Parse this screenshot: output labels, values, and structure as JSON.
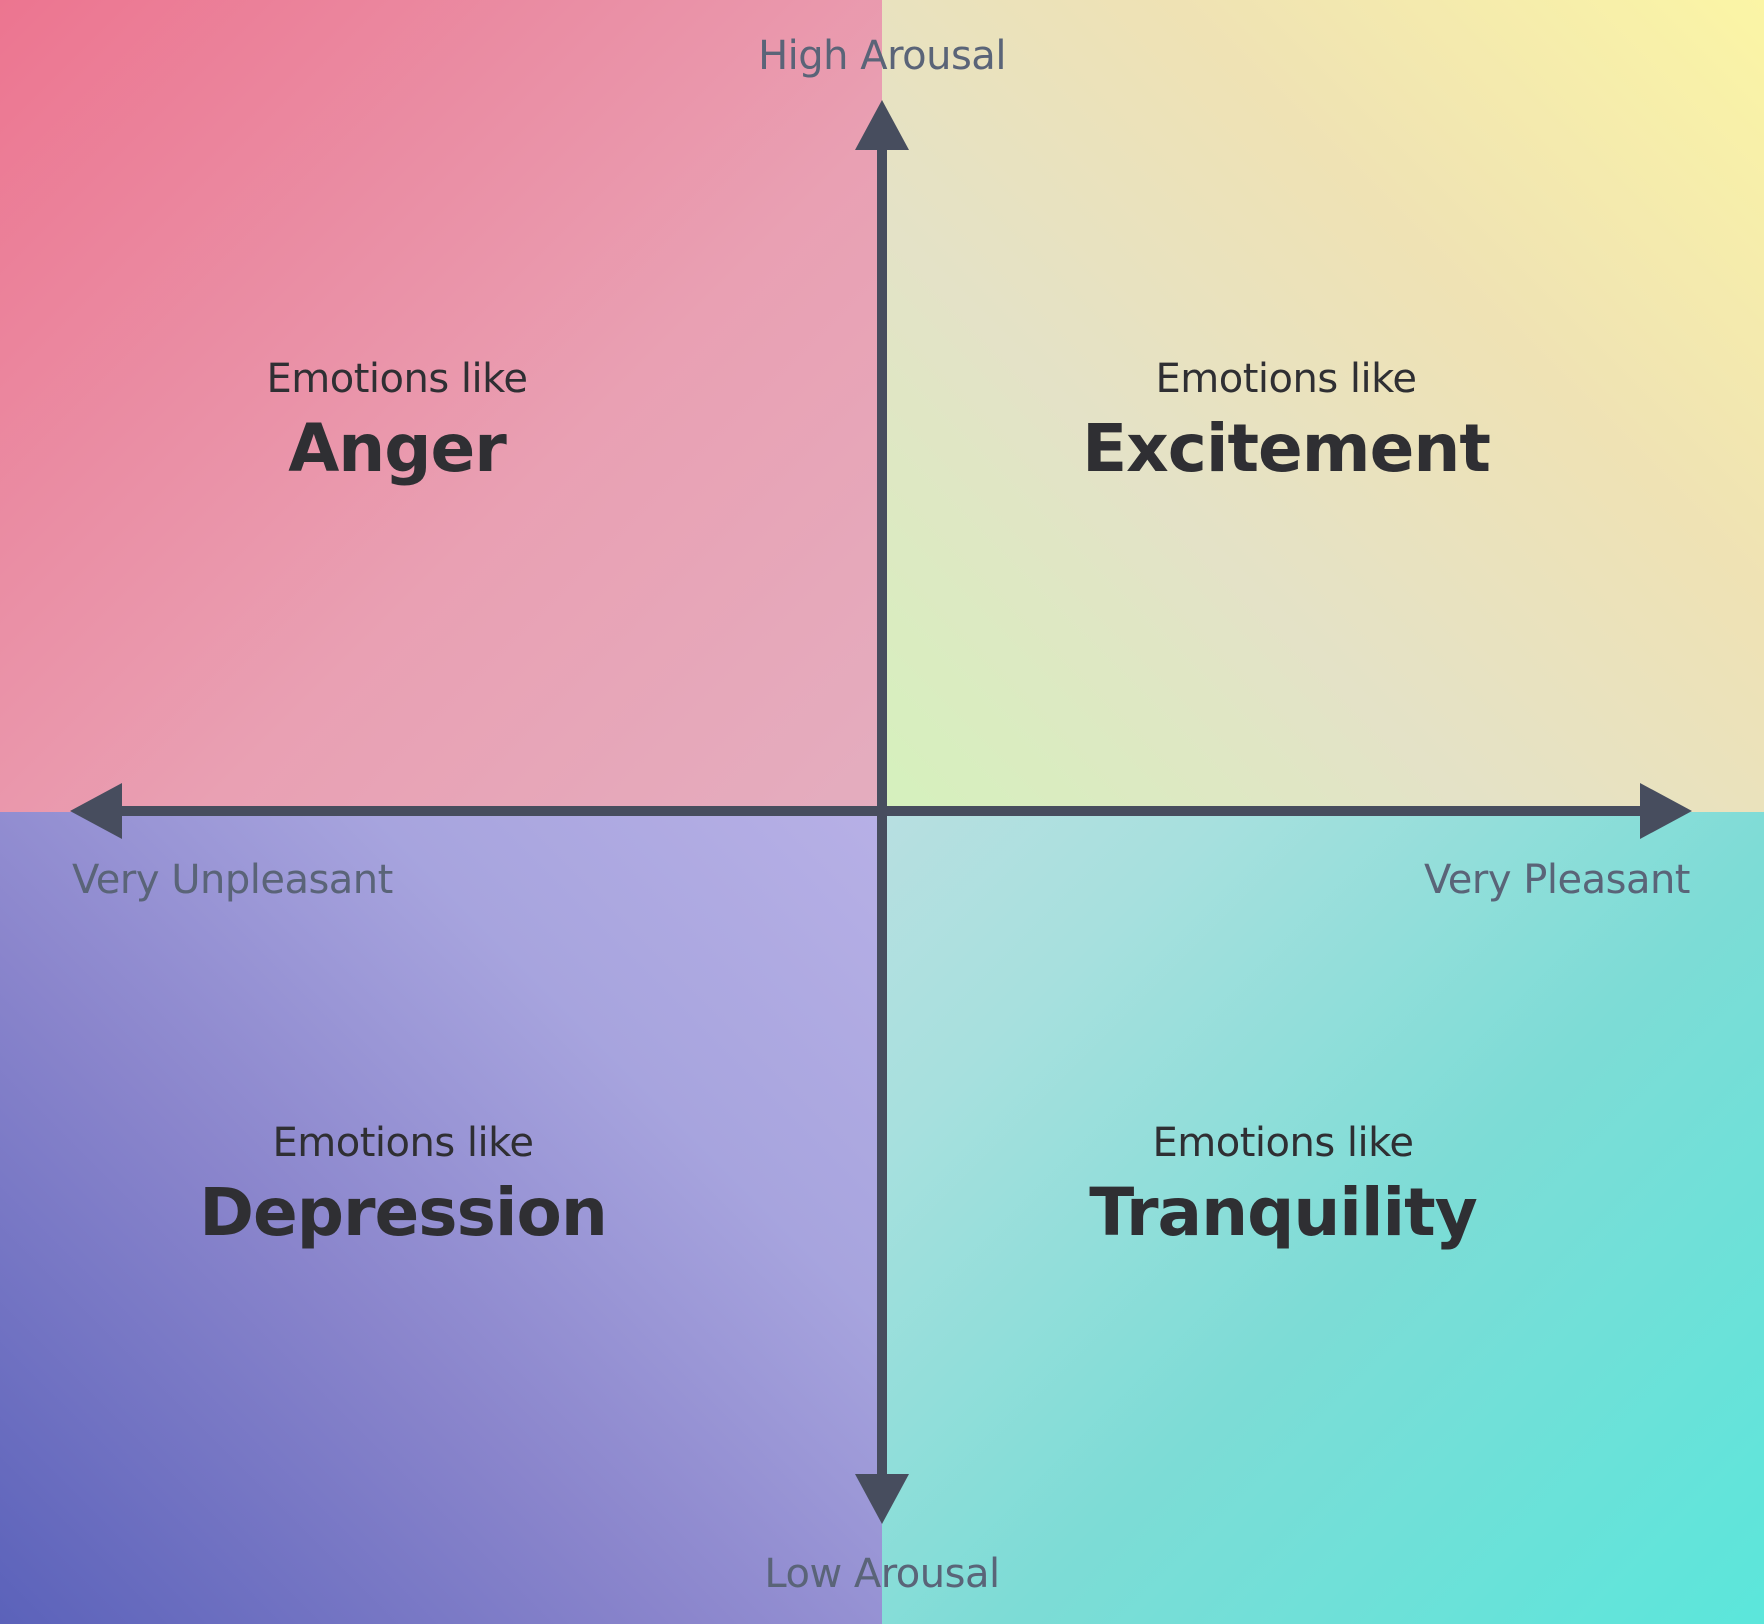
{
  "colors": {
    "top_left": [
      "#ec7590",
      "#e4adbf"
    ],
    "top_right": [
      "#fbdca6",
      "#e5e1c6",
      "#d5f1bd"
    ],
    "bottom_left": [
      "#b7b0e6",
      "#5b62ba"
    ],
    "bottom_right": [
      "#b8dfe1",
      "#5be6db"
    ],
    "axis": "#474d5e",
    "axis_label": "#5a6478",
    "text": "#2f2f33"
  },
  "axes": {
    "top": "High Arousal",
    "bottom": "Low Arousal",
    "left": "Very Unpleasant",
    "right": "Very Pleasant"
  },
  "quadrants": [
    {
      "prefix": "Emotions like",
      "emotion": "Anger"
    },
    {
      "prefix": "Emotions like",
      "emotion": "Excitement"
    },
    {
      "prefix": "Emotions like",
      "emotion": "Depression"
    },
    {
      "prefix": "Emotions like",
      "emotion": "Tranquility"
    }
  ]
}
